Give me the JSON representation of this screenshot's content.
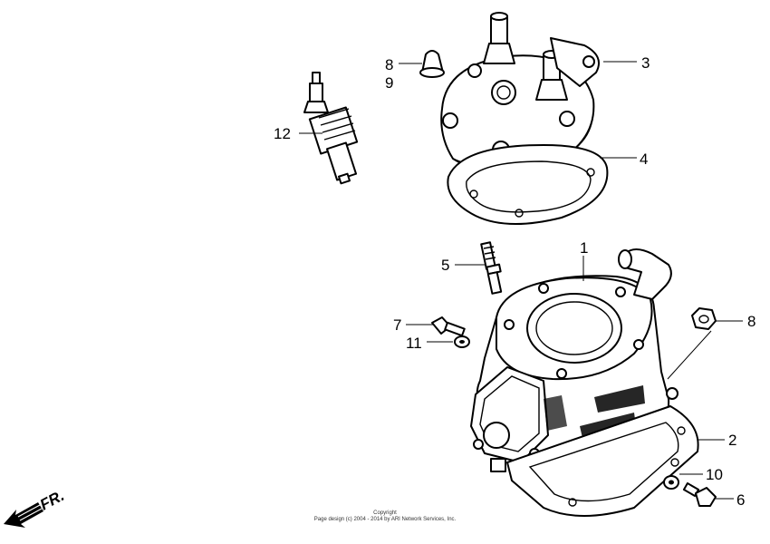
{
  "callouts": {
    "c1": "1",
    "c2": "2",
    "c3": "3",
    "c4": "4",
    "c5": "5",
    "c6": "6",
    "c7": "7",
    "c8a": "8",
    "c8b": "8",
    "c9": "9",
    "c10": "10",
    "c11": "11",
    "c12": "12"
  },
  "direction": {
    "label": "FR."
  },
  "copyright": {
    "line1": "Copyright",
    "line2": "Page design (c) 2004 - 2014 by ARI Network Services, Inc."
  }
}
